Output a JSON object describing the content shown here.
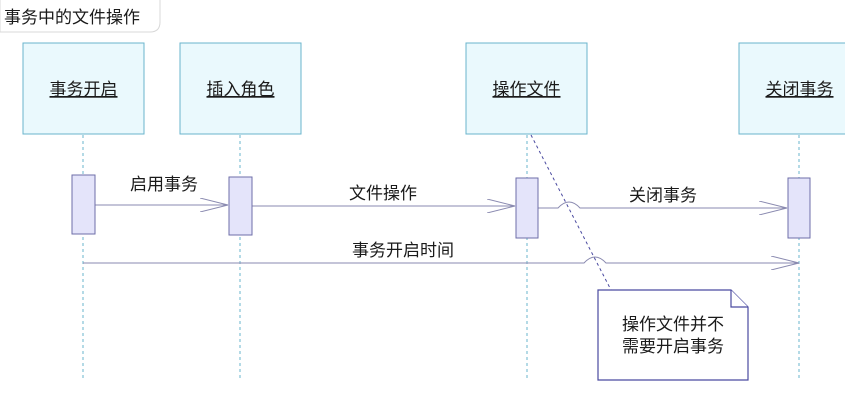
{
  "diagram": {
    "title": "事务中的文件操作",
    "lifelines": [
      {
        "id": "start",
        "label": "事务开启"
      },
      {
        "id": "insert",
        "label": "插入角色"
      },
      {
        "id": "file",
        "label": "操作文件"
      },
      {
        "id": "close",
        "label": "关闭事务"
      }
    ],
    "messages": [
      {
        "label": "启用事务"
      },
      {
        "label": "文件操作"
      },
      {
        "label": "关闭事务"
      },
      {
        "label": "事务开启时间"
      }
    ],
    "note": {
      "lines": [
        "操作文件并不",
        "需要开启事务"
      ]
    },
    "colors": {
      "lifeline_border": "#6ab4cc",
      "lifeline_fill": "#eaf9fd",
      "activation_fill": "#e4e4fa",
      "activation_border": "#6e6ea8",
      "message_line": "#8a8ab0",
      "note_border": "#4a4aa0"
    }
  }
}
